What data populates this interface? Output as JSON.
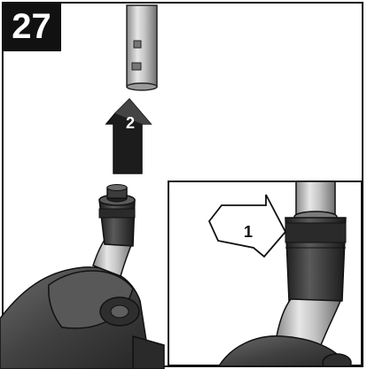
{
  "figure": {
    "number": "27",
    "step_1": "1",
    "step_2": "2"
  },
  "colors": {
    "frame": "#111111",
    "badge_bg": "#111111",
    "badge_text": "#ffffff",
    "dark_body": "#3a3a3a",
    "metal_tube": "#b8b8b8"
  }
}
